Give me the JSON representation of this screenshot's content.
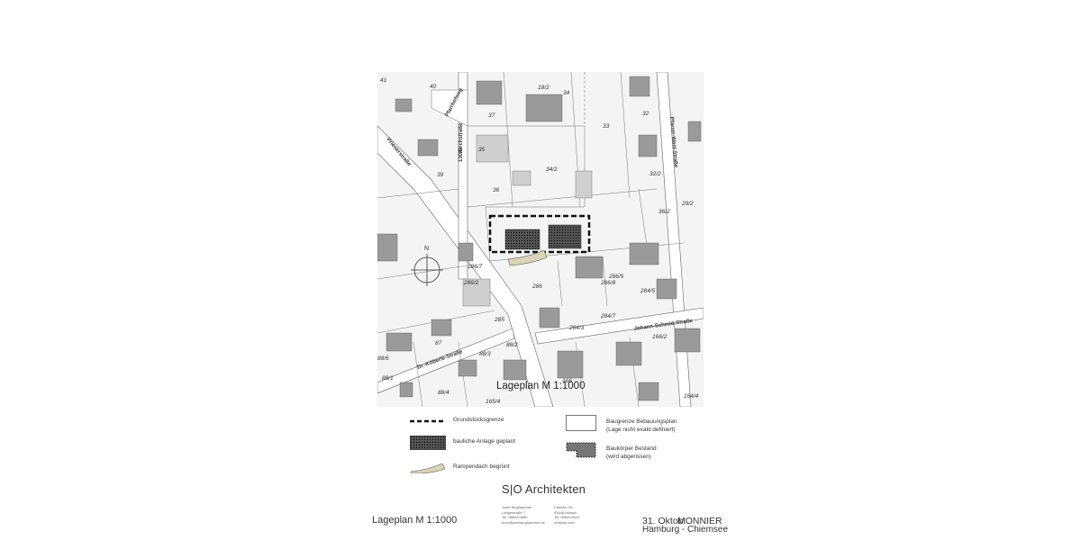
{
  "map": {
    "title": "Lageplan M 1:1000",
    "north_label": "N",
    "streets": [
      "Pfarrhofweg",
      "Prienerstraße",
      "Kirchstraße",
      "Pfarrer-Wast-Straße",
      "Johann-Schmid-Straße",
      "Dr.-Köberle-Straße"
    ],
    "street_codes": [
      "130/8"
    ],
    "parcels": [
      "41",
      "40",
      "37",
      "18/2",
      "34",
      "33",
      "32",
      "35",
      "34/2",
      "32/2",
      "39",
      "36",
      "29/2",
      "36/2",
      "286/7",
      "286/5",
      "286/2",
      "286",
      "286/8",
      "284/5",
      "285",
      "284/7",
      "284/3",
      "166/2",
      "87",
      "88/2",
      "88/3",
      "88/6",
      "88/1",
      "88/4",
      "165/4",
      "166",
      "164/4"
    ]
  },
  "legend": {
    "items": [
      {
        "label": "Grundstücksgrenze"
      },
      {
        "label": "bauliche Anlage geplant"
      },
      {
        "label": "Rampendach begrünt"
      },
      {
        "label": "Baugrenze Bebauungsplan\n(Lage nicht exakt definiert)"
      },
      {
        "label": "Baukörper Bestand\n(wird abgerissen)"
      }
    ]
  },
  "footer": {
    "title": "Lageplan M 1:1000",
    "firm": "S|O Architekten",
    "address_left": "Josef Singhammer\nLangestraße 7\nTel. 08642/4880\nburo@josefsinghammer.de",
    "address_right": "Claudia Ort\n83646 Asbach\nTel. 08642/9423\nort@aol.com",
    "date_part1": "31. Oktob",
    "date_part2": "MONNIER",
    "place": "Hamburg - Chiemsee"
  },
  "colors": {
    "boundary": "#111111",
    "planned": "#3a3a3a",
    "green_roof": "#d8d4b8",
    "building": "#9a9a9a",
    "street": "#ffffff"
  }
}
